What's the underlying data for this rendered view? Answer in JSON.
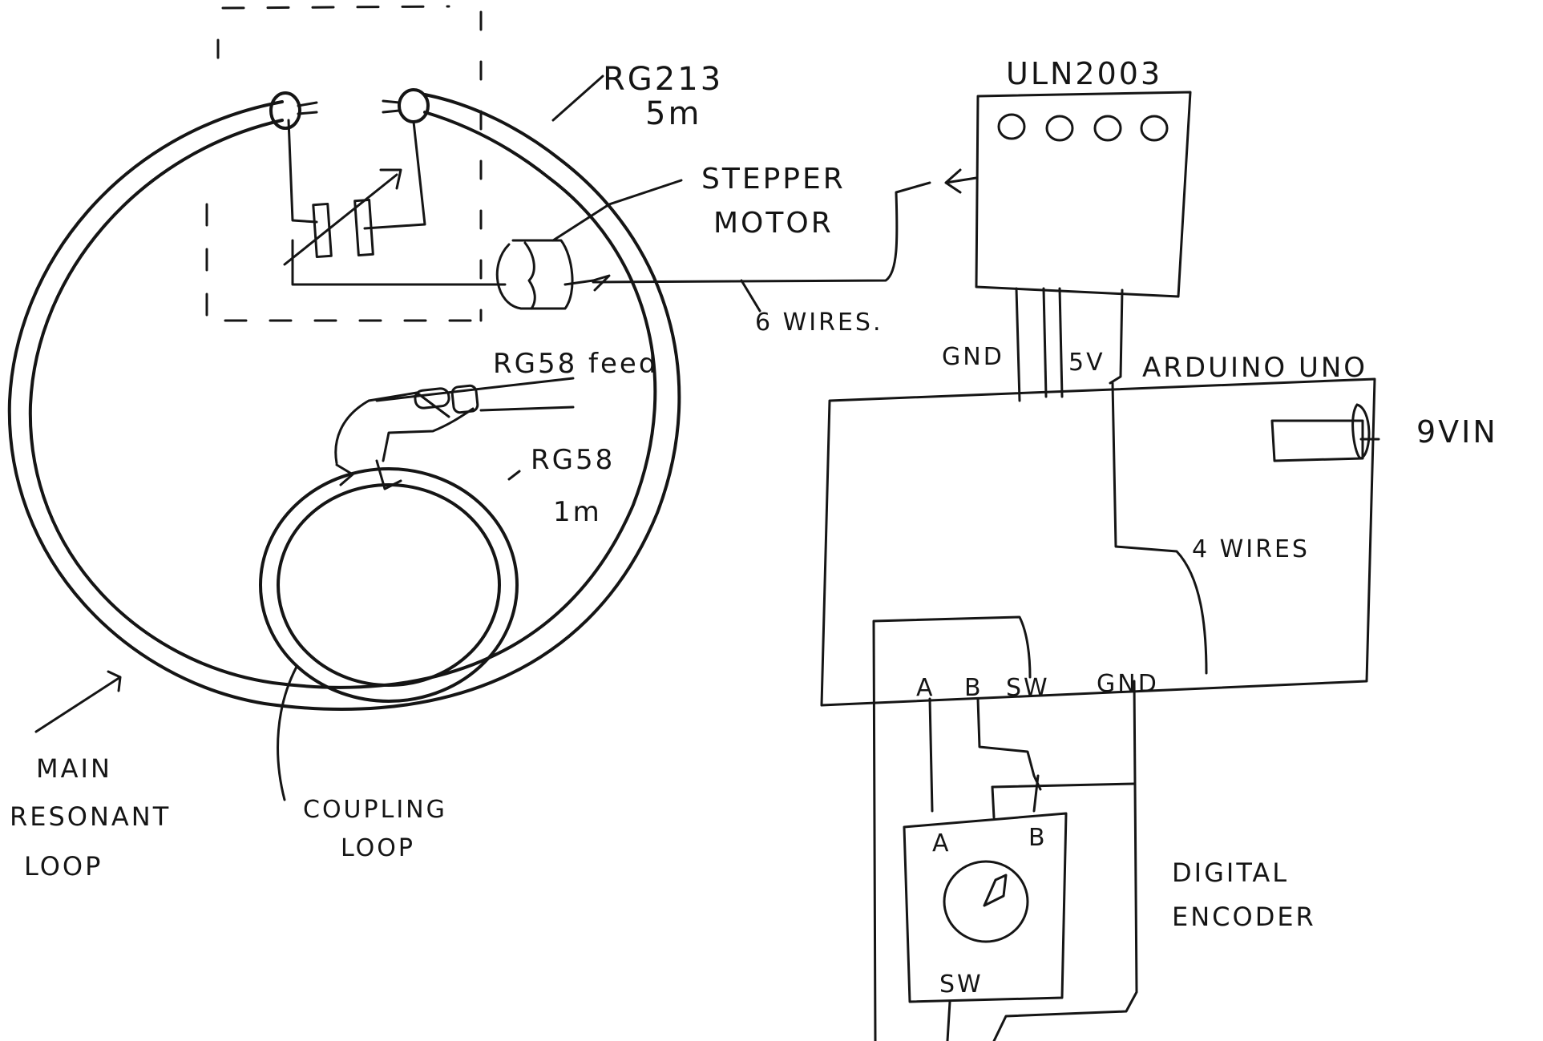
{
  "labels": {
    "rg213_line1": "RG213",
    "rg213_line2": "5m",
    "stepper_line1": "STEPPER",
    "stepper_line2": "MOTOR",
    "uln2003": "ULN2003",
    "six_wires": "6 WIRES.",
    "gnd_top": "GND",
    "v5": "5V",
    "arduino": "ARDUINO UNO",
    "vin": "9VIN",
    "rg58_feed": "RG58 feed",
    "rg58_line1": "RG58",
    "rg58_line2": "1m",
    "four_wires": "4 WIRES",
    "pin_a": "A",
    "pin_b": "B",
    "pin_sw": "SW",
    "pin_gnd": "GND",
    "enc_a": "A",
    "enc_b": "B",
    "enc_sw": "SW",
    "main_loop_line1": "MAIN",
    "main_loop_line2": "RESONANT",
    "main_loop_line3": "LOOP",
    "coupling_line1": "COUPLING",
    "coupling_line2": "LOOP",
    "encoder_line1": "DIGITAL",
    "encoder_line2": "ENCODER"
  },
  "colors": {
    "ink": "#151515",
    "paper": "#ffffff"
  }
}
